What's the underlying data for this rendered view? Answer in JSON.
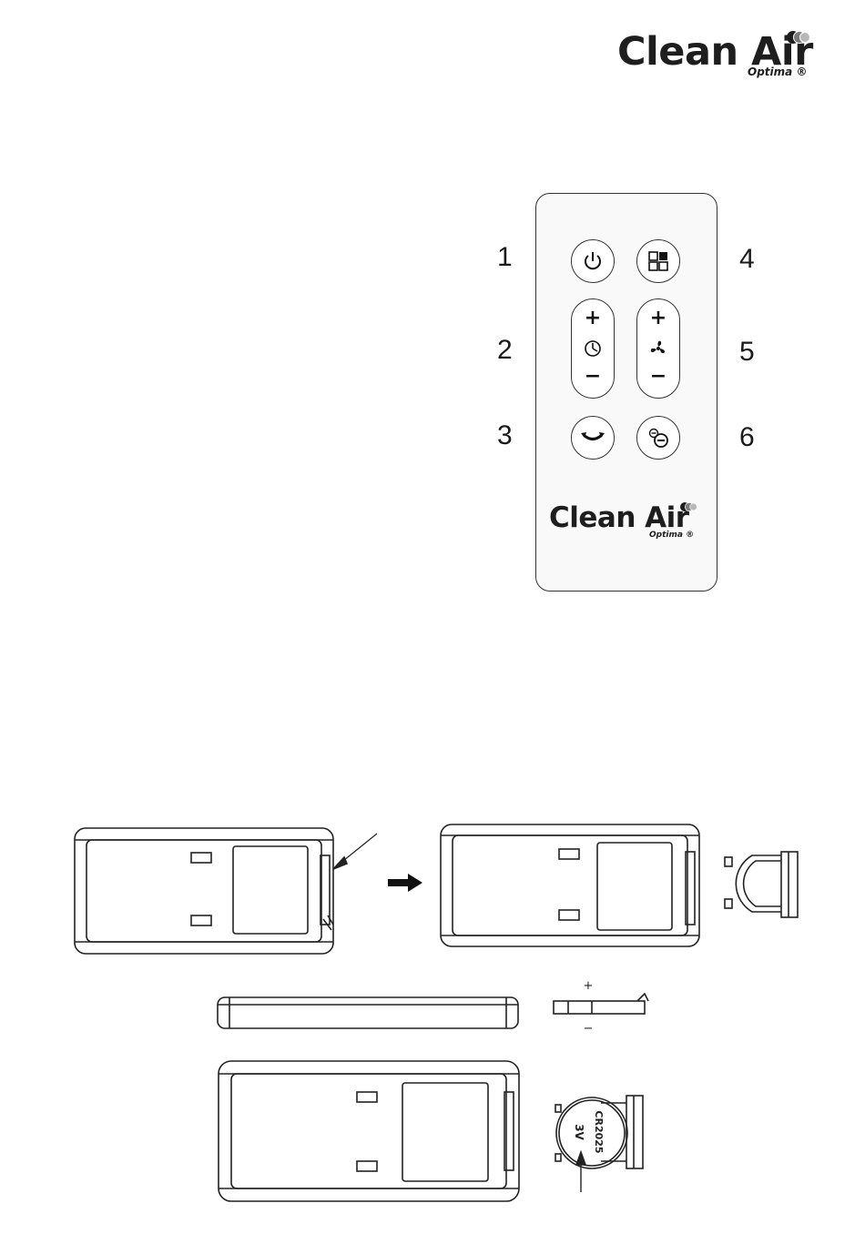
{
  "brand": {
    "name": "Clean Air",
    "sub": "Optima",
    "mark": "®"
  },
  "remote": {
    "callouts": [
      "1",
      "2",
      "3",
      "4",
      "5",
      "6"
    ],
    "buttons": [
      {
        "id": 1,
        "icon": "power-icon"
      },
      {
        "id": 2,
        "icon": "timer-icon",
        "plus": "+",
        "minus": "−"
      },
      {
        "id": 3,
        "icon": "oscillation-icon"
      },
      {
        "id": 4,
        "icon": "mode-icon"
      },
      {
        "id": 5,
        "icon": "fan-speed-icon",
        "plus": "+",
        "minus": "−"
      },
      {
        "id": 6,
        "icon": "ionizer-icon"
      }
    ]
  },
  "battery": {
    "polarity_plus": "+",
    "polarity_minus": "−",
    "coin_voltage": "3V",
    "coin_model": "CR2025"
  },
  "colors": {
    "line": "#333333",
    "background": "#ffffff"
  }
}
